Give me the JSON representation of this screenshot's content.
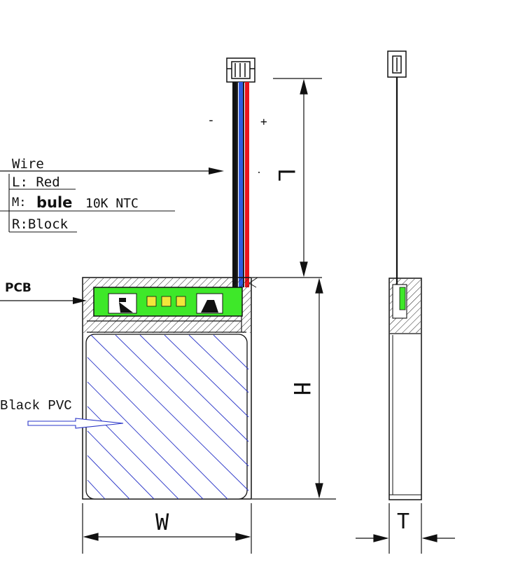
{
  "labels": {
    "wire": "Wire",
    "l_wire": "L: Red",
    "m_prefix": "M:",
    "m_color": "bule",
    "m_ntc": "10K  NTC",
    "r_wire": "R:Block",
    "pcb": "PCB",
    "black_pvc": "Black PVC",
    "minus": "-",
    "plus": "+",
    "dim_l": "L",
    "dim_h": "H",
    "dim_w": "W",
    "dim_t": "T"
  },
  "colors": {
    "wire_red": "#e8141c",
    "wire_blue": "#2e5be0",
    "wire_black": "#111111",
    "pcb_green": "#3ee829",
    "pcb_pad": "#f2e63a",
    "pvc_hatch": "#2a35c8",
    "line": "#111111"
  }
}
